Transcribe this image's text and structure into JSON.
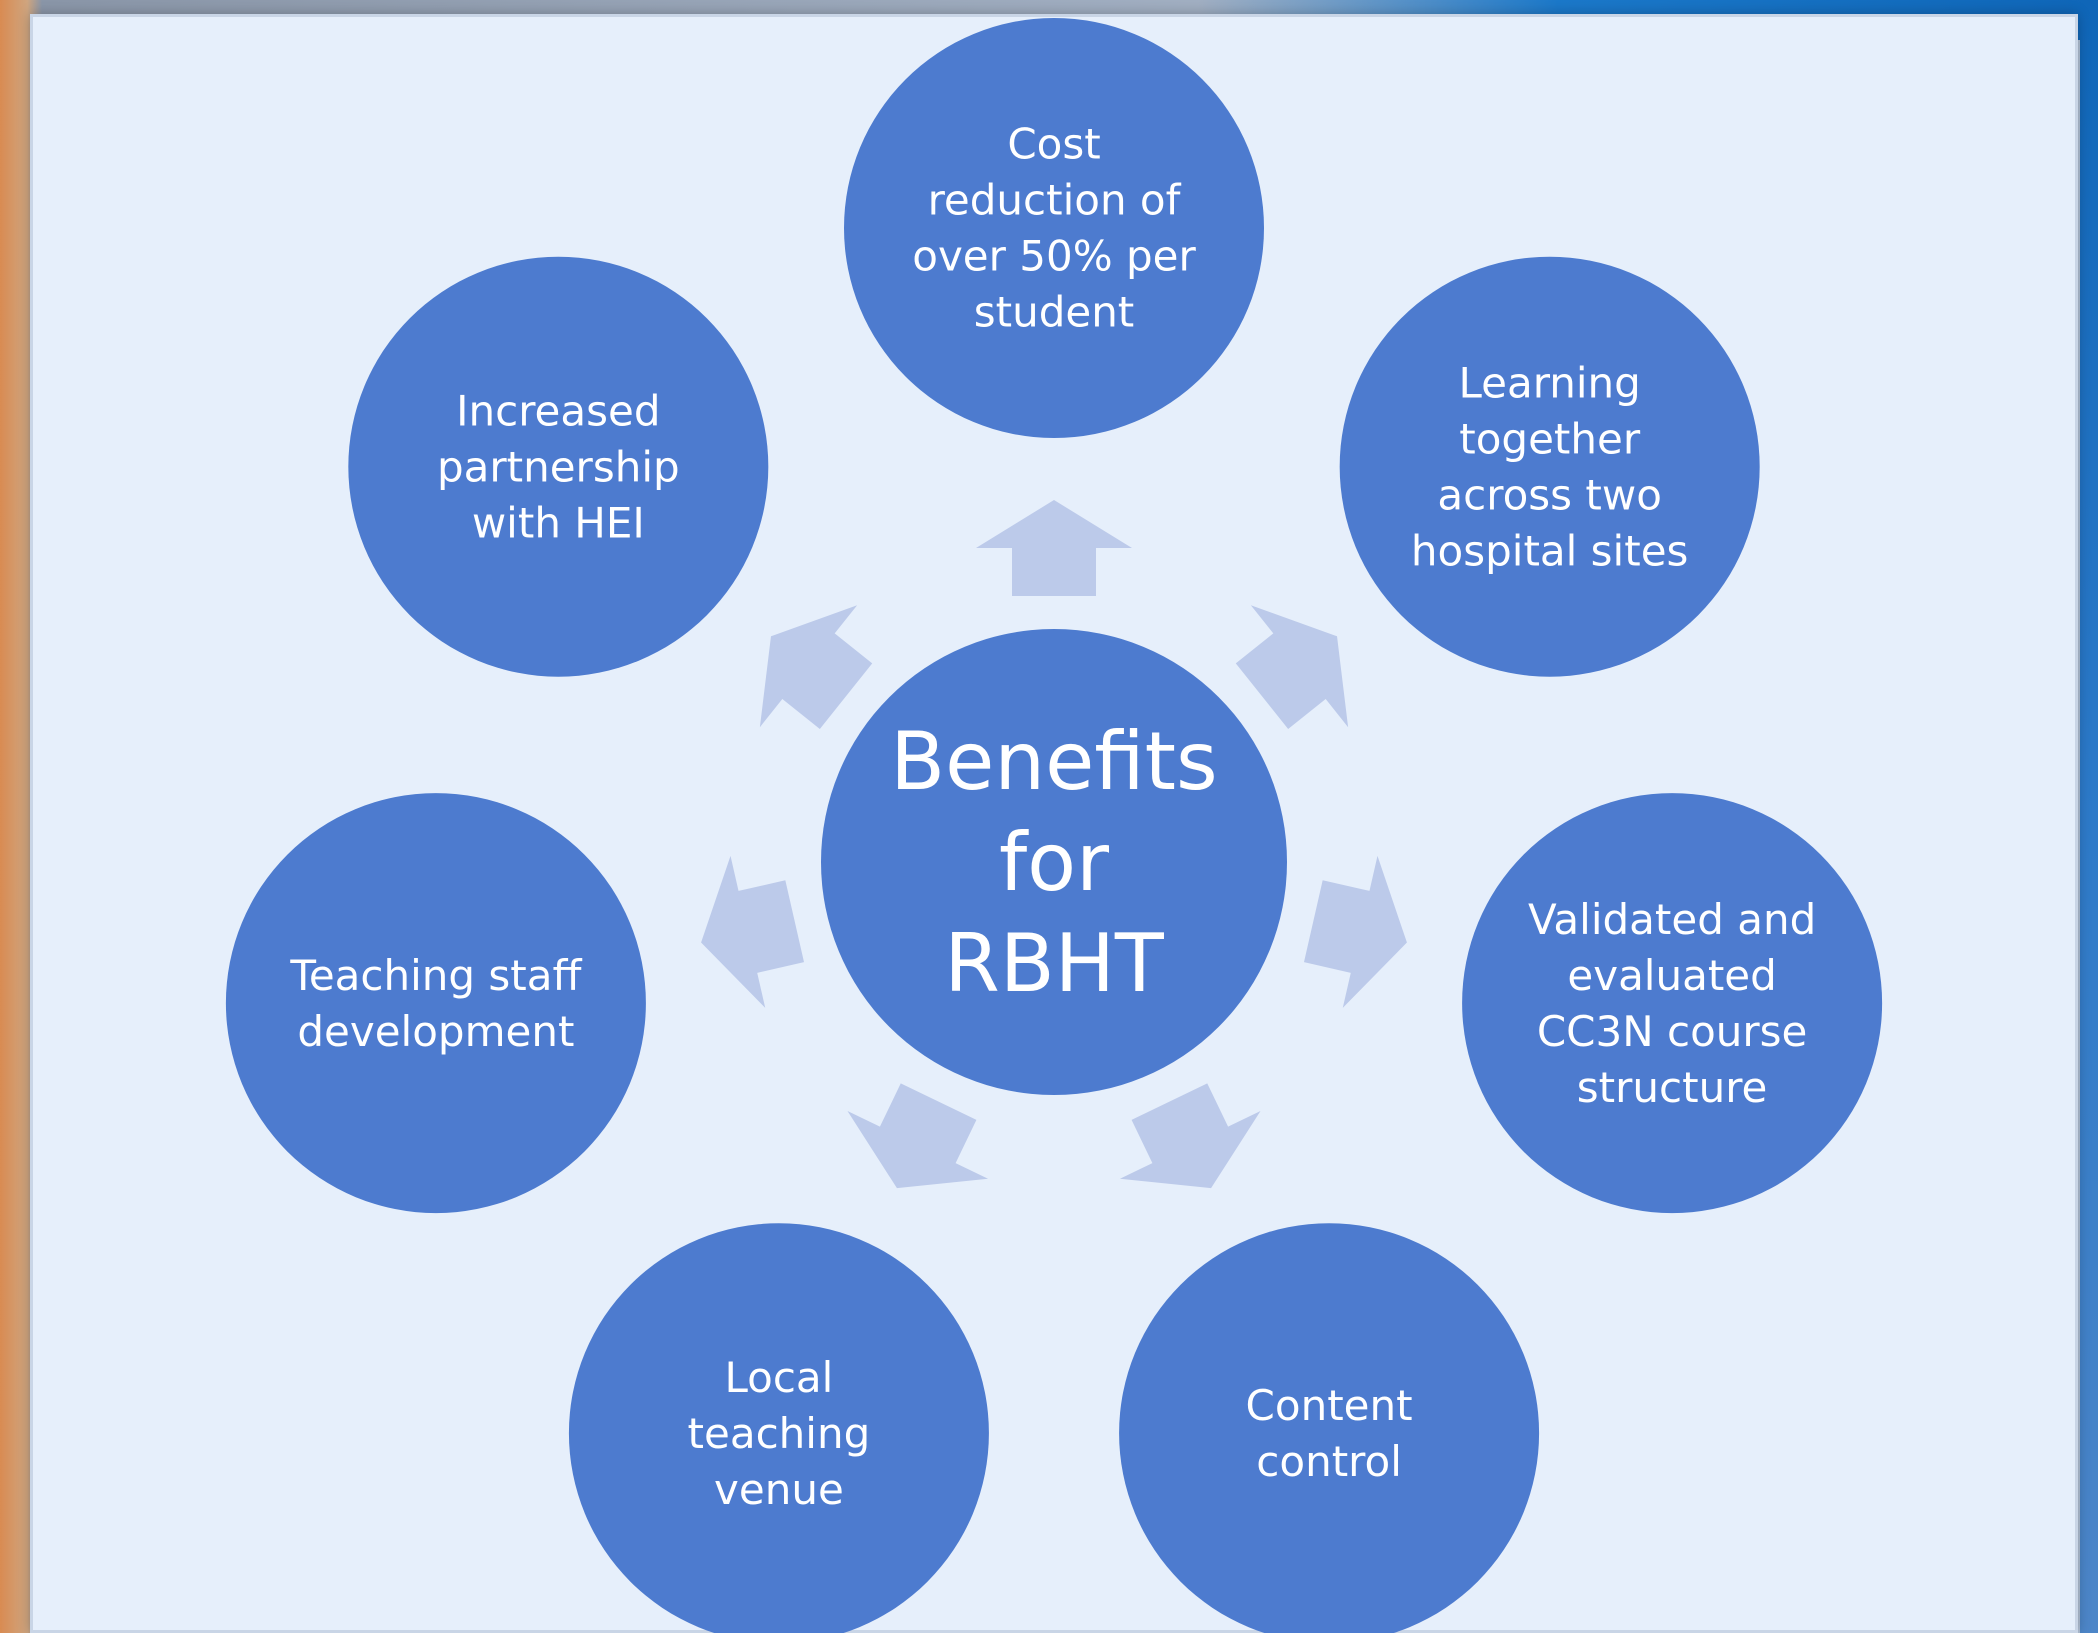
{
  "diagram": {
    "center": {
      "lines": [
        "Benefits",
        "for",
        "RBHT"
      ]
    },
    "benefits": [
      {
        "id": "cost-reduction",
        "lines": [
          "Cost",
          "reduction of",
          "over 50% per",
          "student"
        ]
      },
      {
        "id": "learning-together",
        "lines": [
          "Learning",
          "together",
          "across two",
          "hospital sites"
        ]
      },
      {
        "id": "validated-course",
        "lines": [
          "Validated and",
          "evaluated",
          "CC3N course",
          "structure"
        ]
      },
      {
        "id": "content-control",
        "lines": [
          "Content",
          "control"
        ]
      },
      {
        "id": "local-venue",
        "lines": [
          "Local",
          "teaching",
          "venue"
        ]
      },
      {
        "id": "staff-development",
        "lines": [
          "Teaching staff",
          "development"
        ]
      },
      {
        "id": "hei-partnership",
        "lines": [
          "Increased",
          "partnership",
          "with HEI"
        ]
      }
    ],
    "colors": {
      "circle": "#4d7bcf",
      "arrow": "#bccaea",
      "slide_bg": "#e6effb",
      "text": "#ffffff"
    }
  }
}
